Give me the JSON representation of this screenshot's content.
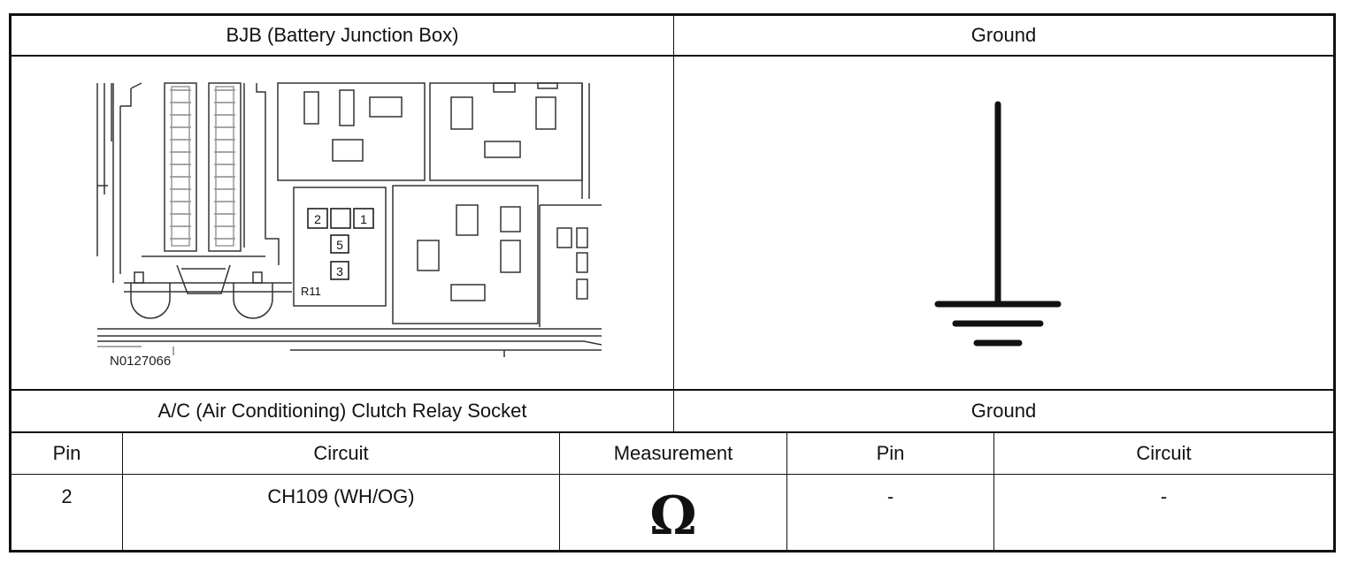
{
  "header": {
    "left_title": "BJB (Battery Junction Box)",
    "right_title": "Ground"
  },
  "diagram": {
    "figure_id": "N0127066",
    "relay_label": "R11",
    "pins": [
      "2",
      "1",
      "5",
      "3"
    ]
  },
  "connector_row": {
    "left": "A/C (Air Conditioning) Clutch Relay Socket",
    "right": "Ground"
  },
  "table": {
    "columns": [
      "Pin",
      "Circuit",
      "Measurement",
      "Pin",
      "Circuit"
    ],
    "row": {
      "pin": "2",
      "circuit": "CH109 (WH/OG)",
      "measurement_symbol": "Ω",
      "ground_pin": "-",
      "ground_circuit": "-"
    }
  }
}
